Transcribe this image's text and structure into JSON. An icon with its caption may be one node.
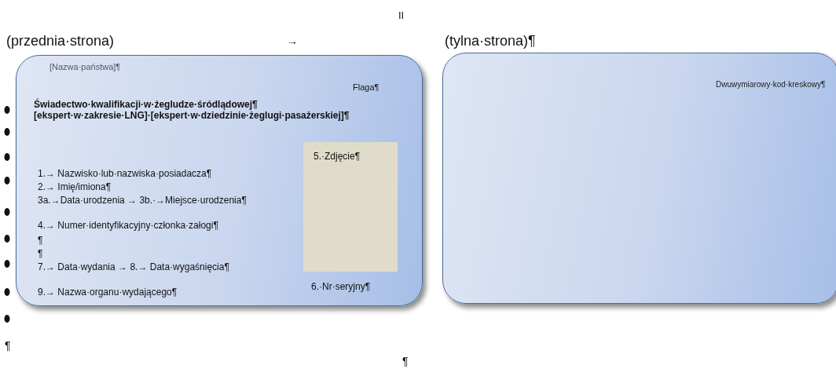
{
  "diagram": {
    "nodes": [
      {
        "text": [
          "[Nazwa·państwa]¶",
          "Flaga¶",
          "Świadectwo·kwalifikacji·w·żegludze·śródlądowej¶",
          "[ekspert·w·zakresie·LNG]·[ekspert·w·dziedzinie·żeglugi·pasażerskiej]¶",
          "1.→ Nazwisko·lub·nazwiska·posiadacza¶",
          "2.→ Imię/imiona¶",
          "3a.→Data·urodzenia → 3b.·→Miejsce·urodzenia¶",
          "4.→ Numer·identyfikacyjny·członka·załogi¶",
          "¶",
          "¶",
          "7.→ Data·wydania → 8.→ Data·wygaśnięcia¶",
          "9.→ Nazwa·organu·wydającego¶",
          "6.·Nr·seryjny¶"
        ]
      },
      {
        "text": [
          "5.·Zdjęcie¶"
        ],
        "in": 0
      },
      {
        "text": [
          "Dwuwymiarowy·kod·kreskowy¶"
        ]
      }
    ],
    "labels": [
      "II",
      "(przednia·strona)",
      "→",
      "(tylna·strona)¶",
      "¶",
      "¶"
    ]
  }
}
